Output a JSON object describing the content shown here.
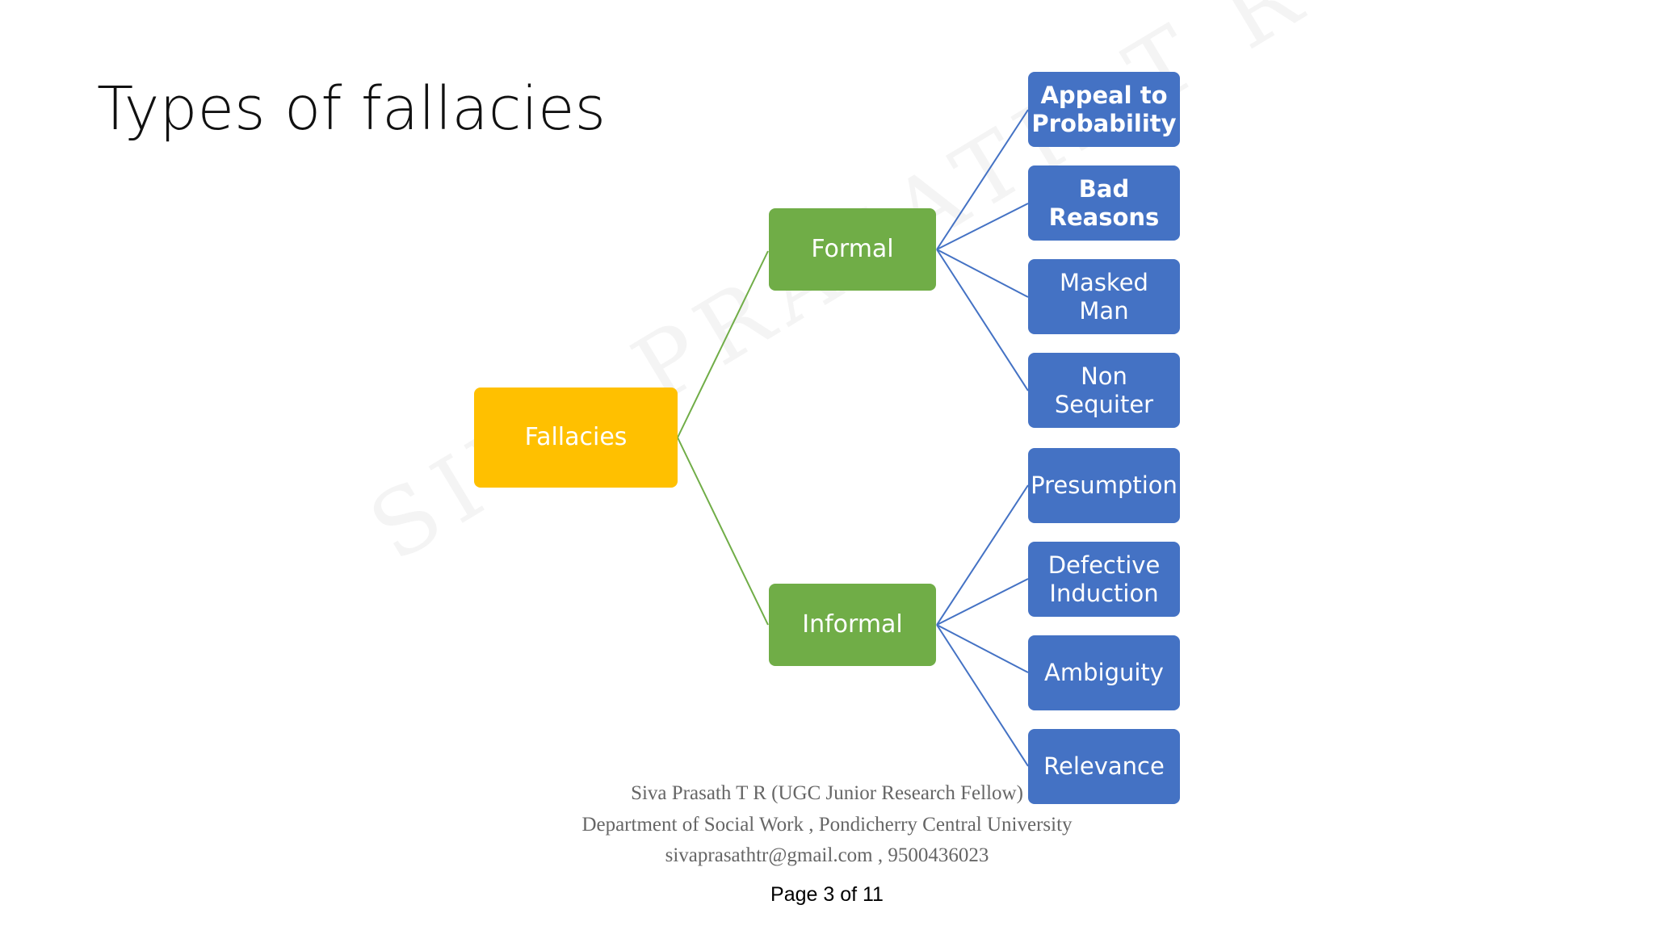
{
  "slide": {
    "title": "Types of fallacies",
    "watermark": "SIVA PRASATH T R"
  },
  "diagram": {
    "root": "Fallacies",
    "branches": [
      {
        "label": "Formal",
        "children": [
          "Appeal to Probability",
          "Bad Reasons",
          "Masked Man",
          "Non Sequiter"
        ]
      },
      {
        "label": "Informal",
        "children": [
          "Presumption",
          "Defective Induction",
          "Ambiguity",
          "Relevance"
        ]
      }
    ]
  },
  "footer": {
    "line1": "Siva Prasath T R (UGC Junior Research Fellow)",
    "line2": "Department of Social Work , Pondicherry Central University",
    "line3": "sivaprasathtr@gmail.com , 9500436023"
  },
  "page": {
    "label": "Page 3 of 11"
  },
  "colors": {
    "root": "#ffc000",
    "branch": "#70ad47",
    "leaf": "#4472c4",
    "green_connector": "#70ad47",
    "blue_connector": "#4472c4"
  }
}
